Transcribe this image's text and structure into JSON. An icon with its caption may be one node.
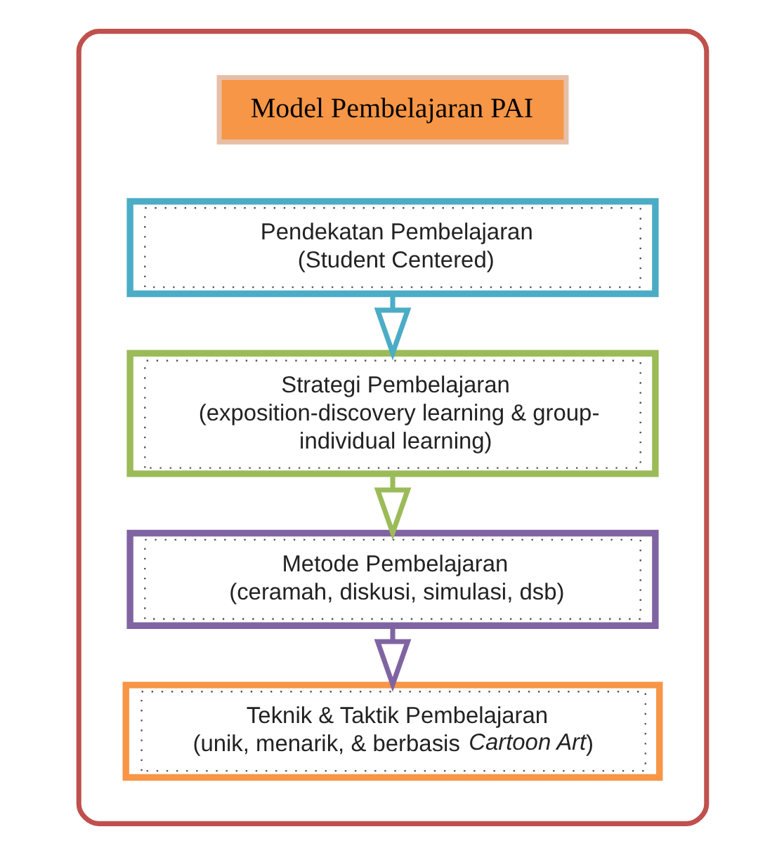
{
  "diagram": {
    "nodes": [
      {
        "text": [],
        "shape": "box"
      },
      {
        "text": [
          "Model Pembelajaran PAI"
        ],
        "in": 0
      },
      {
        "text": [
          "Pendekatan Pembelajaran",
          "(Student Centered)"
        ],
        "in": 0
      },
      {
        "text": [
          "Strategi Pembelajaran",
          "(exposition-discovery learning & group-individual learning)"
        ],
        "in": 0
      },
      {
        "text": [
          "Metode Pembelajaran",
          "(ceramah, diskusi, simulasi, dsb)"
        ],
        "in": 0
      },
      {
        "text": [
          "Teknik & Taktik Pembelajaran",
          "(unik, menarik, & berbasis *Cartoon Art*)"
        ],
        "in": 0
      }
    ],
    "edges": [
      {
        "from": 2,
        "to": 3,
        "arrow": "to",
        "color": "#4bacc6"
      },
      {
        "from": 3,
        "to": 4,
        "arrow": "to",
        "color": "#9bbb59"
      },
      {
        "from": 4,
        "to": 5,
        "arrow": "to",
        "color": "#8064a2"
      }
    ]
  }
}
